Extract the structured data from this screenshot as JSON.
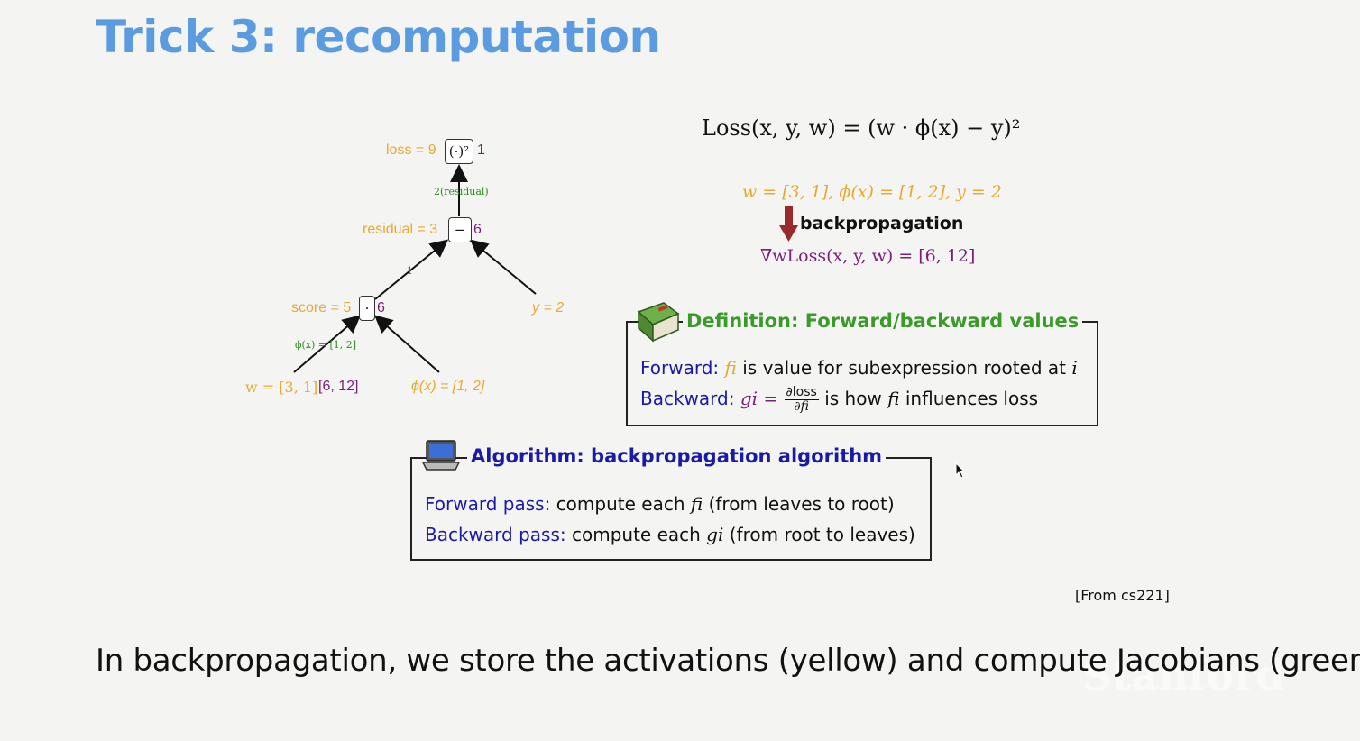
{
  "slide": {
    "title": "Trick 3: recomputation",
    "caption": "In backpropagation, we store the activations (yellow) and compute Jacobians (green)",
    "source_note": "[From cs221]",
    "watermark": "Stanford"
  },
  "graph": {
    "loss": {
      "label": "loss = 9",
      "op": "(·)²",
      "grad": "1"
    },
    "residual": {
      "label": "residual = 3",
      "op": "−",
      "grad": "6"
    },
    "score": {
      "label": "score = 5",
      "op": "·",
      "grad": "6"
    },
    "y": {
      "label": "y = 2"
    },
    "w": {
      "label": "w = [3, 1]",
      "grad": "[6, 12]"
    },
    "phi": {
      "label": "ϕ(x) = [1, 2]"
    },
    "edges": {
      "residual_to_loss": "2(residual)",
      "score_to_residual": "1",
      "w_to_score": "ϕ(x) = [1, 2]"
    }
  },
  "right": {
    "loss_formula": "Loss(x, y, w) = (w · ϕ(x) − y)²",
    "values": "w = [3, 1], ϕ(x) = [1, 2], y = 2",
    "arrow_label": "backpropagation",
    "gradient": "∇wLoss(x, y, w) = [6, 12]"
  },
  "definition": {
    "title": "Definition: Forward/backward values",
    "forward_label": "Forward:",
    "forward_var": "fi",
    "forward_text": "is value for subexpression rooted at",
    "forward_end": "i",
    "backward_label": "Backward:",
    "backward_var": "gi =",
    "frac_num": "∂loss",
    "frac_den": "∂fi",
    "backward_text": "is how",
    "backward_var2": "fi",
    "backward_end": "influences loss"
  },
  "algorithm": {
    "title": "Algorithm: backpropagation algorithm",
    "forward_label": "Forward pass:",
    "forward_text": "compute each",
    "forward_var": "fi",
    "forward_end": "(from leaves to root)",
    "backward_label": "Backward pass:",
    "backward_text": "compute each",
    "backward_var": "gi",
    "backward_end": "(from root to leaves)"
  },
  "colors": {
    "title": "#5b9be0",
    "forward_values": "#e8a930",
    "backward_values": "#7a1f7a",
    "jacobian": "#3b9a2a",
    "algorithm": "#1a1aa8",
    "arrow": "#9a2a2a"
  },
  "icons": {
    "definition": "book-icon",
    "algorithm": "laptop-icon"
  }
}
